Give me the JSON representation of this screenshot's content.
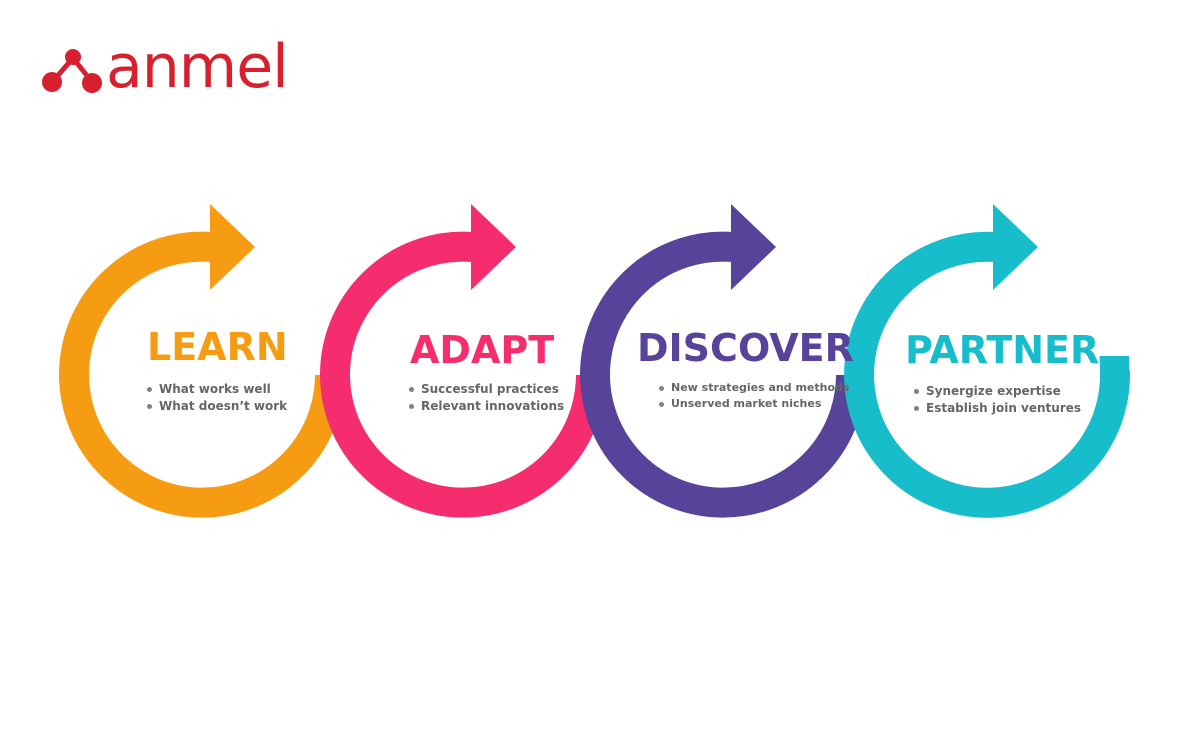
{
  "logo": {
    "text": "anmel",
    "color": "#d7202e",
    "mark_icon": "connected-dots-icon"
  },
  "steps": [
    {
      "title": "LEARN",
      "color": "#f59c12",
      "bullets": [
        "What works well",
        "What doesn’t work"
      ]
    },
    {
      "title": "ADAPT",
      "color": "#f52d6e",
      "bullets": [
        "Successful practices",
        "Relevant innovations"
      ]
    },
    {
      "title": "DISCOVER",
      "color": "#57439a",
      "bullets": [
        "New strategies and methods",
        "Unserved market niches"
      ]
    },
    {
      "title": "PARTNER",
      "color": "#18bdcb",
      "bullets": [
        "Synergize expertise",
        "Establish join ventures"
      ]
    }
  ],
  "arrow_icon": "circular-arrow-icon"
}
